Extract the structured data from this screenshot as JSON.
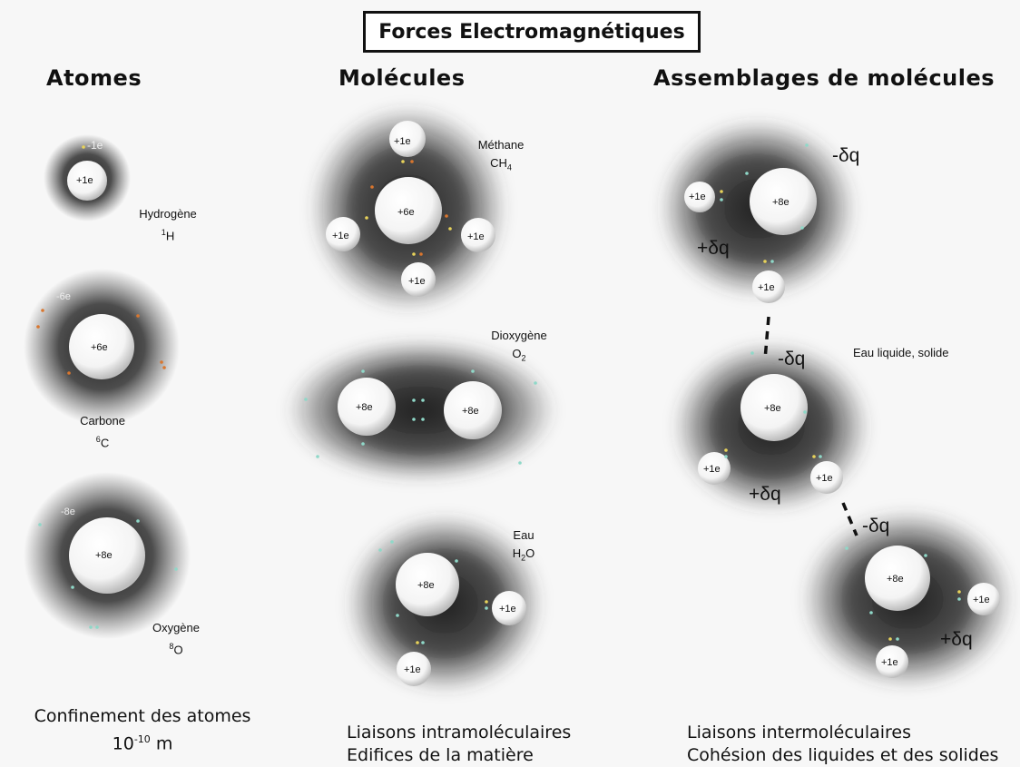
{
  "title": "Forces Electromagnétiques",
  "columns": {
    "atomes": "Atomes",
    "molecules": "Molécules",
    "assemblages": "Assemblages de molécules"
  },
  "charge_labels": {
    "h_electron": "-1e",
    "h_nucleus": "+1e",
    "c_electron": "-6e",
    "c_nucleus": "+6e",
    "o_electron": "-8e",
    "o_nucleus": "+8e",
    "p1": "+1e",
    "p6": "+6e",
    "p8": "+8e",
    "dq_neg": "-δq",
    "dq_pos": "+δq"
  },
  "atoms": {
    "hydrogene": {
      "name": "Hydrogène",
      "sup": "1",
      "symbol": "H"
    },
    "carbone": {
      "name": "Carbone",
      "sup": "6",
      "symbol": "C"
    },
    "oxygene": {
      "name": "Oxygène",
      "sup": "8",
      "symbol": "O"
    }
  },
  "molecules": {
    "methane": {
      "name": "Méthane",
      "formula": "CH",
      "sub": "4"
    },
    "dioxygene": {
      "name": "Dioxygène",
      "formula": "O",
      "sub": "2"
    },
    "eau": {
      "name": "Eau",
      "formula_h": "H",
      "sub": "2",
      "formula_o": "O"
    }
  },
  "assemblage_label": "Eau liquide, solide",
  "footers": {
    "atomes_line1": "Confinement des atomes",
    "atomes_base": "10",
    "atomes_exp": "-10",
    "atomes_unit": "m",
    "molecules_line1": "Liaisons intramoléculaires",
    "molecules_line2": "Edifices de la matière",
    "assemblages_line1": "Liaisons intermoléculaires",
    "assemblages_line2": "Cohésion des liquides et des solides"
  }
}
